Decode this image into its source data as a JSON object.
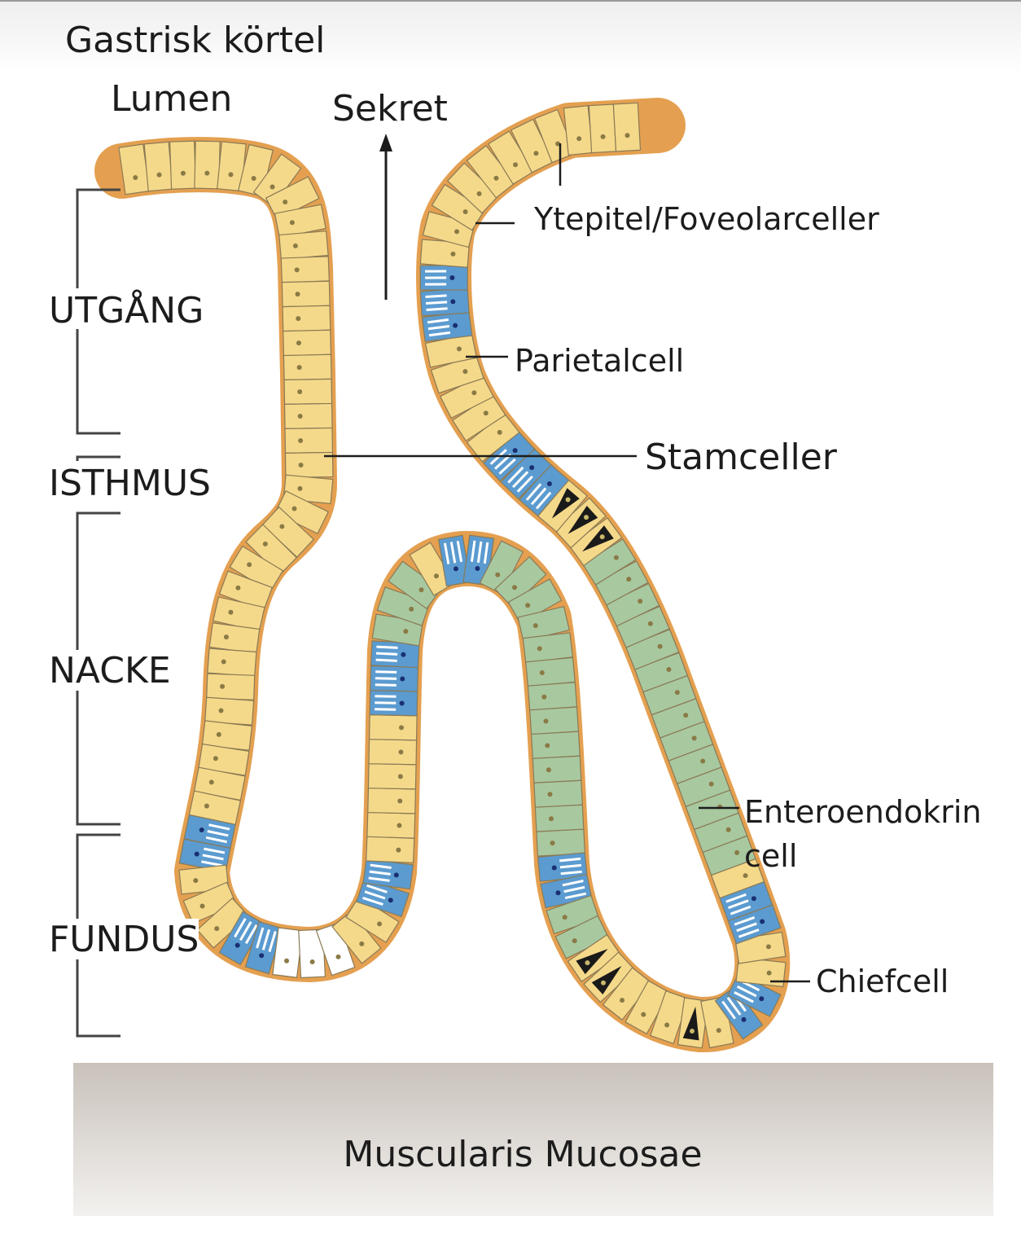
{
  "title": "Gastrisk körtel",
  "lumen_label": "Lumen",
  "secretion_label": "Sekret",
  "sections": [
    "UTGÅNG",
    "ISTHMUS",
    "NACKE",
    "FUNDUS"
  ],
  "cell_labels": {
    "surface": "Ytepitel/Foveolarceller",
    "parietal": "Parietalcell",
    "stem": "Stamceller",
    "enteroendocrine_line1": "Enteroendokrin",
    "enteroendocrine_line2": "cell",
    "chief": "Chiefcell"
  },
  "base_label": "Muscularis Mucosae",
  "colors": {
    "surface_cell": "#f5d98a",
    "parietal_cell": "#5b9bd0",
    "chief_cell": "#a8c8a0",
    "stem_cell": "#ffffff",
    "enteroendocrine_cell": "#1a1a1a",
    "basement_membrane": "#e4a050",
    "muscularis": "#d6d0ca"
  }
}
